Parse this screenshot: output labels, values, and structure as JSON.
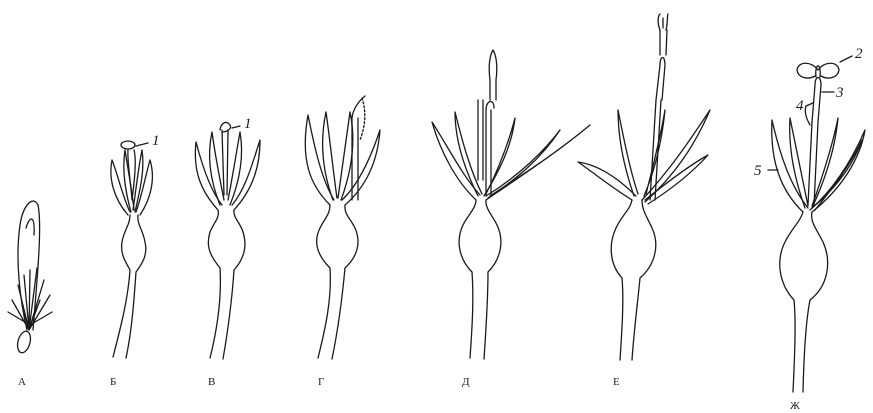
{
  "stages": [
    {
      "id": "A",
      "label": "А"
    },
    {
      "id": "B",
      "label": "Б"
    },
    {
      "id": "V",
      "label": "В"
    },
    {
      "id": "G",
      "label": "Г"
    },
    {
      "id": "D",
      "label": "Д"
    },
    {
      "id": "E",
      "label": "Е"
    },
    {
      "id": "Zh",
      "label": "Ж"
    }
  ],
  "part_numbers": {
    "b_pointer": "1",
    "v_pointer": "1",
    "zh_1": "2",
    "zh_2": "3",
    "zh_3": "4",
    "zh_4": "5"
  }
}
